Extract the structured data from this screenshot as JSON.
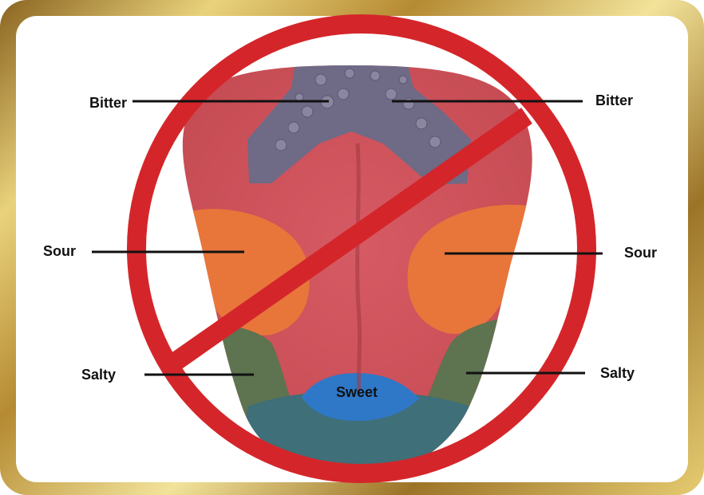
{
  "labels": {
    "bitter_left": "Bitter",
    "bitter_right": "Bitter",
    "sour_left": "Sour",
    "sour_right": "Sour",
    "salty_left": "Salty",
    "salty_right": "Salty",
    "sweet": "Sweet"
  },
  "icons": {
    "prohibition": "no-symbol-icon"
  },
  "colors": {
    "tongue": "#d9545c",
    "bitter_zone": "#6f6a86",
    "sour_zone": "#e8763a",
    "salty_zone": "#5e7350",
    "sweet_zone": "#2f78c8",
    "tip_zone": "#3f6f78",
    "prohibition": "#d4262a",
    "frame_gold": "#c9a54a"
  }
}
